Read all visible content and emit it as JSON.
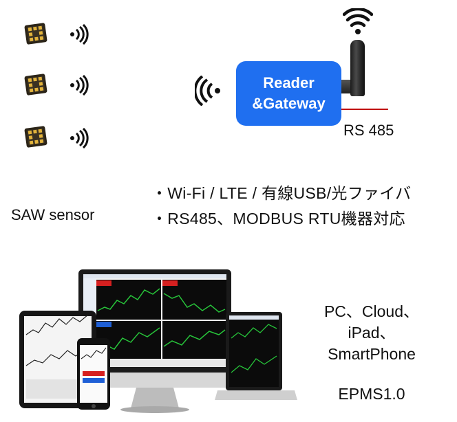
{
  "sensor": {
    "label": "SAW sensor",
    "count": 3,
    "chip_icon": "saw-chip-icon",
    "signal_icon": "signal-waves-icon"
  },
  "gateway": {
    "line1": "Reader",
    "line2": "&Gateway",
    "color": "#1f6ff0",
    "antenna_icon": "antenna-icon",
    "wifi_icon": "wifi-icon",
    "signal_icon": "signal-waves-icon"
  },
  "rs485": {
    "label": "RS 485",
    "line_color": "#c00000"
  },
  "features": [
    "・Wi-Fi / LTE / 有線USB/光ファイバ",
    "・RS485、MODBUS RTU機器対応"
  ],
  "devices": {
    "lines": [
      "PC、Cloud、",
      "iPad、",
      "SmartPhone"
    ],
    "product": "EPMS1.0",
    "illustration_icon": "multi-device-screens-icon"
  }
}
